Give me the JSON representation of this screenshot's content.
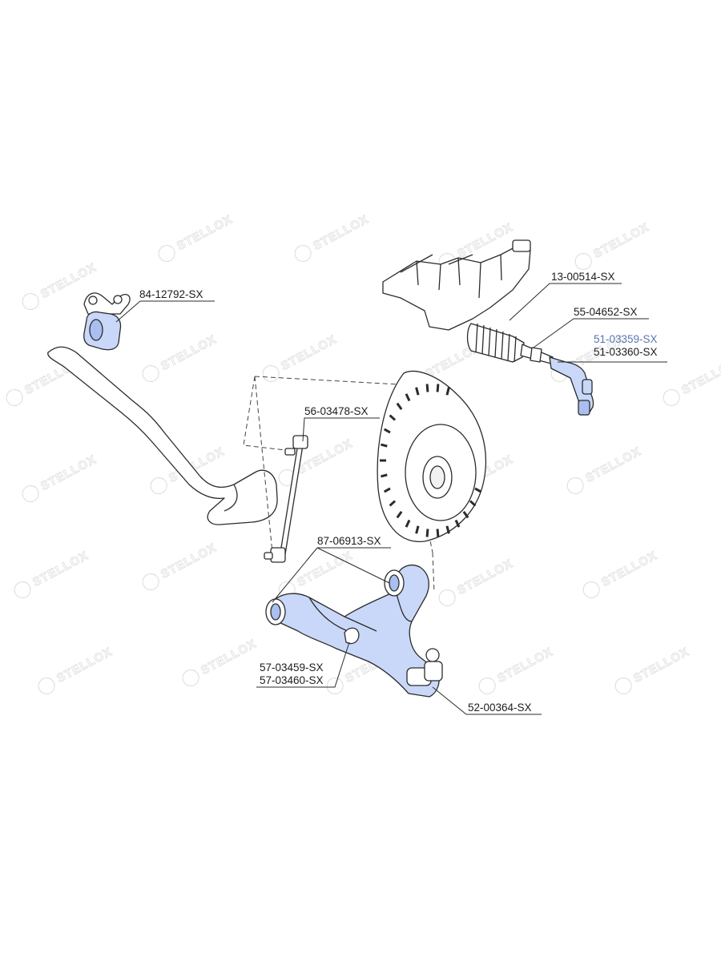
{
  "watermark": {
    "text": "STELLOX"
  },
  "parts": [
    {
      "id": "stabilizer-bushing",
      "number": "84-12792-SX"
    },
    {
      "id": "steering-rack",
      "number": "13-00514-SX"
    },
    {
      "id": "axial-rod",
      "number": "55-04652-SX"
    },
    {
      "id": "tie-rod-end-left",
      "number": "51-03359-SX"
    },
    {
      "id": "tie-rod-end-right",
      "number": "51-03360-SX"
    },
    {
      "id": "stabilizer-link",
      "number": "56-03478-SX"
    },
    {
      "id": "control-arm-bushing",
      "number": "87-06913-SX"
    },
    {
      "id": "control-arm-left",
      "number": "57-03459-SX"
    },
    {
      "id": "control-arm-right",
      "number": "57-03460-SX"
    },
    {
      "id": "ball-joint",
      "number": "52-00364-SX"
    }
  ],
  "colors": {
    "highlight_part": "#c9d8f8",
    "highlight_label": "#5876b0",
    "line": "#2b2b2b"
  }
}
